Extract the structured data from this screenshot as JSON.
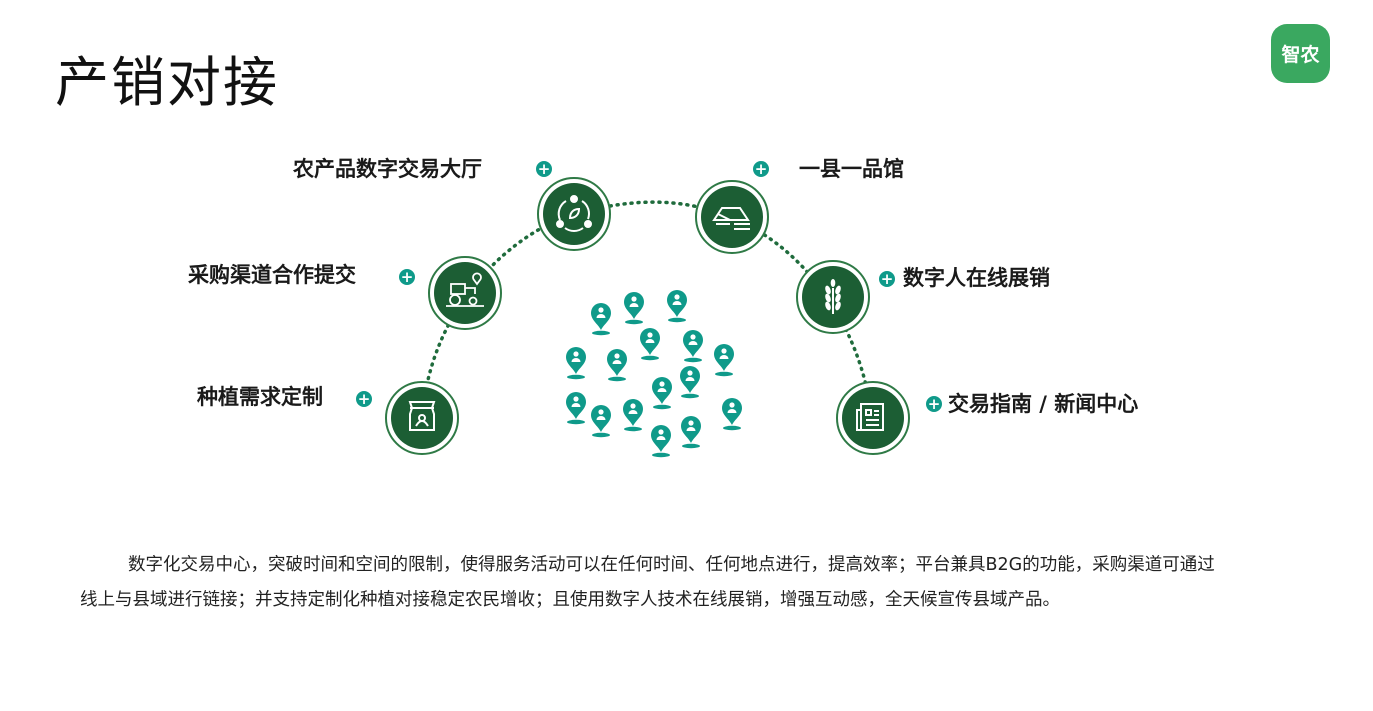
{
  "page": {
    "title": "产销对接"
  },
  "logo": {
    "text": "智农",
    "color": "#3aa860"
  },
  "colors": {
    "node_dark": "#1c5e34",
    "node_ring": "#2f7a46",
    "accent": "#0f9a8a",
    "dotline": "#1f6b3c"
  },
  "nodes": [
    {
      "label": "农产品数字交易大厅",
      "icon": "cycle-icon"
    },
    {
      "label": "一县一品馆",
      "icon": "shop-icon"
    },
    {
      "label": "采购渠道合作提交",
      "icon": "tractor-icon"
    },
    {
      "label": "数字人在线展销",
      "icon": "wheat-icon"
    },
    {
      "label": "种植需求定制",
      "icon": "seed-bag-icon"
    },
    {
      "label": "交易指南 / 新闻中心",
      "icon": "news-icon"
    }
  ],
  "description": "数字化交易中心，突破时间和空间的限制，使得服务活动可以在任何时间、任何地点进行，提高效率；平台兼具B2G的功能，采购渠道可通过线上与县域进行链接；并支持定制化种植对接稳定农民增收；且使用数字人技术在线展销，增强互动感，全天候宣传县域产品。"
}
